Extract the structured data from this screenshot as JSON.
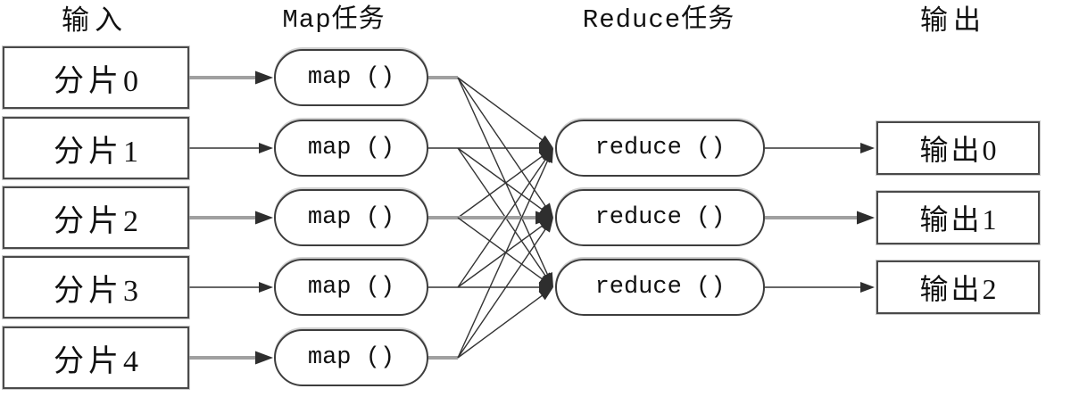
{
  "headers": [
    {
      "id": "input",
      "label": "输入"
    },
    {
      "id": "map",
      "label": "Map任务"
    },
    {
      "id": "reduce",
      "label": "Reduce任务"
    },
    {
      "id": "output",
      "label": "输出"
    }
  ],
  "inputs": [
    {
      "label": "分片0"
    },
    {
      "label": "分片1"
    },
    {
      "label": "分片2"
    },
    {
      "label": "分片3"
    },
    {
      "label": "分片4"
    }
  ],
  "maps": [
    {
      "label": "map ()"
    },
    {
      "label": "map ()"
    },
    {
      "label": "map ()"
    },
    {
      "label": "map ()"
    },
    {
      "label": "map ()"
    }
  ],
  "reduces": [
    {
      "label": "reduce ()"
    },
    {
      "label": "reduce ()"
    },
    {
      "label": "reduce ()"
    }
  ],
  "outputs": [
    {
      "label": "输出0"
    },
    {
      "label": "输出1"
    },
    {
      "label": "输出2"
    }
  ],
  "colors": {
    "background": "#ffffff",
    "text": "#111111",
    "node_border": "#4a4a4a",
    "thick_line": "#a0a0a0",
    "thin_line": "#333333",
    "arrowhead": "#2e2e2e"
  },
  "edges": {
    "input_to_map": [
      {
        "input": 0,
        "map": 0,
        "thick": true
      },
      {
        "input": 1,
        "map": 1,
        "thick": false
      },
      {
        "input": 2,
        "map": 2,
        "thick": true
      },
      {
        "input": 3,
        "map": 3,
        "thick": false
      },
      {
        "input": 4,
        "map": 4,
        "thick": true
      }
    ],
    "map_stubs": [
      {
        "map": 0,
        "thick": true
      },
      {
        "map": 1,
        "thick": false
      },
      {
        "map": 2,
        "thick": true
      },
      {
        "map": 3,
        "thick": false
      },
      {
        "map": 4,
        "thick": true
      }
    ],
    "map_to_reduce": [
      {
        "map": 0,
        "reduce": 0,
        "thick": false
      },
      {
        "map": 0,
        "reduce": 1,
        "thick": false
      },
      {
        "map": 0,
        "reduce": 2,
        "thick": false
      },
      {
        "map": 1,
        "reduce": 0,
        "thick": false
      },
      {
        "map": 1,
        "reduce": 1,
        "thick": false
      },
      {
        "map": 1,
        "reduce": 2,
        "thick": false
      },
      {
        "map": 2,
        "reduce": 0,
        "thick": false
      },
      {
        "map": 2,
        "reduce": 1,
        "thick": true
      },
      {
        "map": 2,
        "reduce": 2,
        "thick": false
      },
      {
        "map": 3,
        "reduce": 0,
        "thick": false
      },
      {
        "map": 3,
        "reduce": 1,
        "thick": false
      },
      {
        "map": 3,
        "reduce": 2,
        "thick": false
      },
      {
        "map": 4,
        "reduce": 0,
        "thick": false
      },
      {
        "map": 4,
        "reduce": 1,
        "thick": false
      },
      {
        "map": 4,
        "reduce": 2,
        "thick": false
      }
    ],
    "reduce_to_output": [
      {
        "reduce": 0,
        "output": 0,
        "thick": false
      },
      {
        "reduce": 1,
        "output": 1,
        "thick": true
      },
      {
        "reduce": 2,
        "output": 2,
        "thick": false
      }
    ]
  }
}
